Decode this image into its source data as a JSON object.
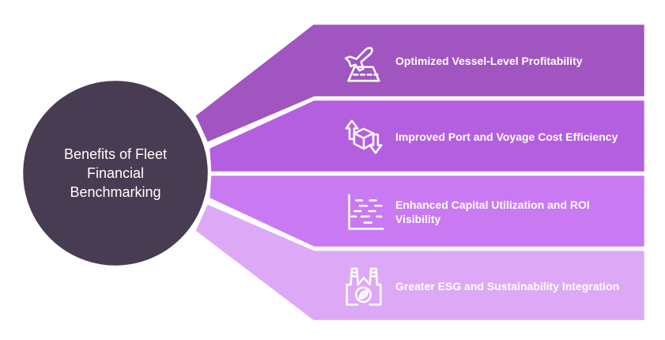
{
  "title": "Benefits of Fleet Financial Benchmarking",
  "colors": {
    "circle": "#473C51",
    "separator": "#FFFFFF",
    "text": "#FFFFFF",
    "background": "#FFFFFF"
  },
  "bands": [
    {
      "label": "Optimized Vessel-Level Profitability",
      "icon": "vessel-takeoff-icon",
      "color": "#A055C0"
    },
    {
      "label": "Improved Port and Voyage Cost Efficiency",
      "icon": "cargo-cube-arrows-icon",
      "color": "#B45FE0"
    },
    {
      "label": "Enhanced Capital Utilization and ROI Visibility",
      "icon": "chart-dashes-icon",
      "color": "#C97AF2"
    },
    {
      "label": "Greater ESG and Sustainability Integration",
      "icon": "eco-factory-leaf-icon",
      "color": "#DDA9F7"
    }
  ]
}
